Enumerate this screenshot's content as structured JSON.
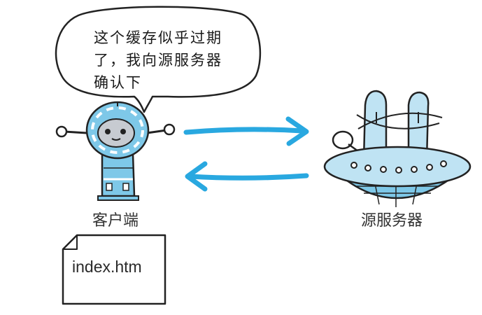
{
  "speech_bubble": {
    "lines": [
      "这个缓存似乎过期",
      "了，我向源服务器",
      "确认下"
    ]
  },
  "client": {
    "label": "客户端"
  },
  "server": {
    "label": "源服务器"
  },
  "document": {
    "filename": "index.htm"
  },
  "colors": {
    "robot_blue": "#7ec8e8",
    "arrow_blue": "#29a8e0",
    "outline": "#222222"
  }
}
